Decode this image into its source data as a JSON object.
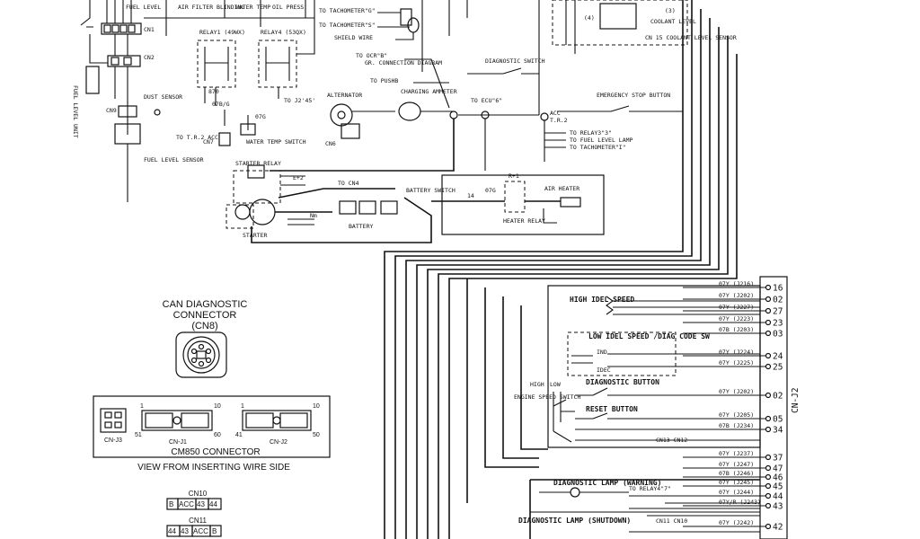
{
  "top_labels": {
    "fuel_level": "FUEL LEVEL",
    "air_filter": "AIR FILTER BLINDING",
    "water_temp": "WATER TEMP",
    "oil_press": "OIL PRESS",
    "cn1": "CN1",
    "cn2": "CN2",
    "relay1": "RELAY1 (49WX)",
    "relay4": "RELAY4 (53QX)",
    "dust_sensor": "DUST SENSOR",
    "fuel_level_unit": "FUEL LEVEL UNIT",
    "cn9": "CN9",
    "fuel_level_sensor": "FUEL LEVEL SENSOR",
    "to_tr2_acc": "TO T.R.2 ACC",
    "cn7": "CN7",
    "water_temp_switch": "WATER TEMP SWITCH",
    "to_j2_45": "TO J2'45'",
    "to_tach_g": "TO TACHOMETER\"G\"",
    "to_tach_s": "TO TACHOMETER\"S\"",
    "shield_wire": "SHIELD WIRE",
    "to_ocr": "TO OCR\"B\"",
    "gr_conn": "GR. CONNECTION DIAGRAM",
    "to_pushb": "TO PUSHB",
    "alternator": "ALTERNATOR",
    "charging_ammeter": "CHARGING AMMETER",
    "diag_switch": "DIAGNOSTIC SWITCH",
    "to_ecu": "TO ECU\"6\"",
    "emergency_stop": "EMERGENCY STOP BUTTON",
    "tr2": "T.R.2",
    "acc": "ACC",
    "to_relay3": "TO RELAY3\"3\"",
    "to_fuel_lamp": "TO FUEL LEVEL LAMP",
    "to_tach_i": "TO TACHOMETER\"I\"",
    "cn6": "CN6",
    "starter_relay": "STARTER RELAY",
    "to_cn4": "TO CN4",
    "battery_switch": "BATTERY SWITCH",
    "air_heater": "AIR HEATER",
    "heater_relay": "HEATER RELAY",
    "battery": "BATTERY",
    "starter": "STARTER",
    "coolant_level": "COOLANT LEVEL",
    "cn15": "CN 15 COOLANT LEVEL SENSOR"
  },
  "can_connector": {
    "title_line1": "CAN DIAGNOSTIC",
    "title_line2": "CONNECTOR",
    "title_line3": "(CN8)"
  },
  "cm850": {
    "cnj3": "CN-J3",
    "cnj1": "CN-J1",
    "cnj2": "CN-J2",
    "n1": "1",
    "n10a": "10",
    "n51": "51",
    "n60": "60",
    "n1b": "1",
    "n10b": "10",
    "n41": "41",
    "n50": "50",
    "title": "CM850 CONNECTOR",
    "caption": "VIEW FROM INSERTING WIRE SIDE"
  },
  "cn10": {
    "label": "CN10",
    "cells": [
      "B",
      "ACC",
      "43",
      "44"
    ]
  },
  "cn11": {
    "label": "CN11",
    "cells": [
      "44",
      "43",
      "ACC",
      "B"
    ]
  },
  "right_panel": {
    "high_idel": "HIGH IDEL SPEED",
    "low_idel": "LOW IDEL SPEED /DIAG CODE SW",
    "ind": "IND",
    "idec": "IDEC",
    "diag_button": "DIAGNOSTIC BUTTON",
    "reset_button": "RESET BUTTON",
    "engine_speed_switch": "ENGINE SPEED SWITCH",
    "high": "HIGH",
    "low": "LOW",
    "cn13_cn12": "CN13 CN12",
    "diag_lamp_warn": "DIAGNOSTIC LAMP (WARNING)",
    "to_relay4_7": "TO RELAY4\"7\"",
    "cn11_cn10": "CN11 CN10",
    "diag_lamp_shut": "DIAGNOSTIC LAMP (SHUTDOWN)",
    "cnj2_side": "CN-J2"
  },
  "cnj2_pins": [
    {
      "pin": "16",
      "wire": "07Y (J216)"
    },
    {
      "pin": "02",
      "wire": "07Y (J202)"
    },
    {
      "pin": "27",
      "wire": "07Y (J227)"
    },
    {
      "pin": "23",
      "wire": "07Y (J223)"
    },
    {
      "pin": "03",
      "wire": "07B (J203)"
    },
    {
      "pin": "24",
      "wire": "07Y (J224)"
    },
    {
      "pin": "25",
      "wire": "07Y (J225)"
    },
    {
      "pin": "02",
      "wire": "07Y (J202)"
    },
    {
      "pin": "05",
      "wire": "07Y (J205)"
    },
    {
      "pin": "34",
      "wire": "07B (J234)"
    },
    {
      "pin": "37",
      "wire": "07Y (J237)"
    },
    {
      "pin": "47",
      "wire": "07Y (J247)"
    },
    {
      "pin": "46",
      "wire": "07B (J246)"
    },
    {
      "pin": "45",
      "wire": "07Y (J245)"
    },
    {
      "pin": "44",
      "wire": "07Y (J244)"
    },
    {
      "pin": "43",
      "wire": "07Y/R (J243)"
    },
    {
      "pin": "42",
      "wire": "07Y (J242)"
    }
  ]
}
